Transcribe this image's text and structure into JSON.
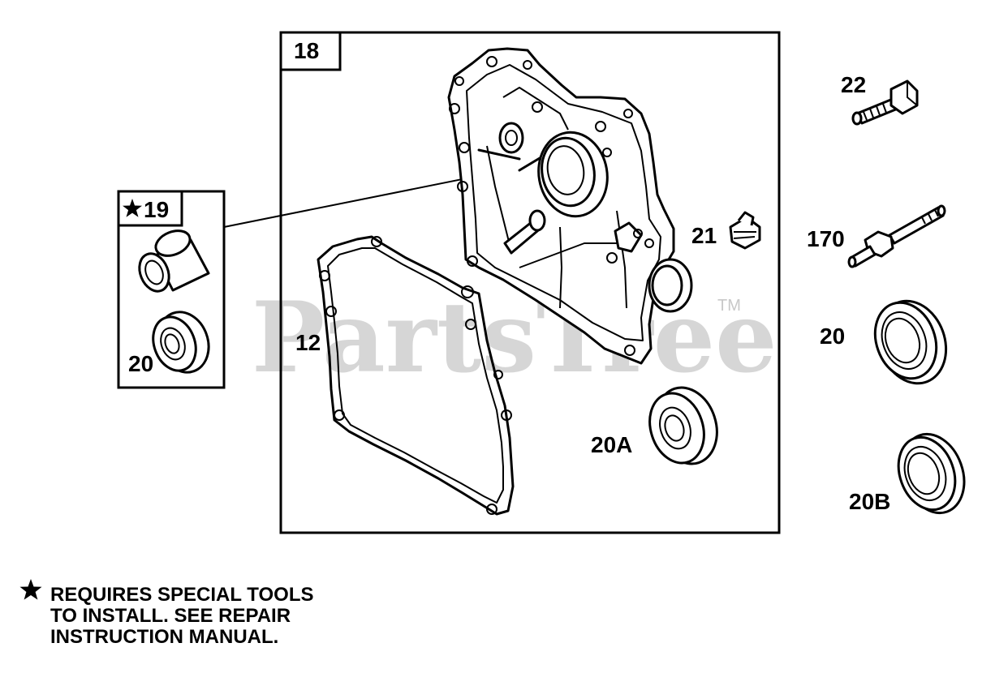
{
  "watermark": {
    "text": "PartsTree",
    "trademark": "TM"
  },
  "callouts": {
    "box_18": "18",
    "box_19": "19",
    "p12": "12",
    "p20_inset": "20",
    "p20a": "20A",
    "p21": "21",
    "p22": "22",
    "p170": "170",
    "p20_right": "20",
    "p20b": "20B"
  },
  "footnote": {
    "symbol": "★",
    "lines": [
      "REQUIRES SPECIAL TOOLS",
      "TO INSTALL.  SEE REPAIR",
      "INSTRUCTION MANUAL."
    ]
  },
  "icons": {
    "star": "star-icon"
  }
}
